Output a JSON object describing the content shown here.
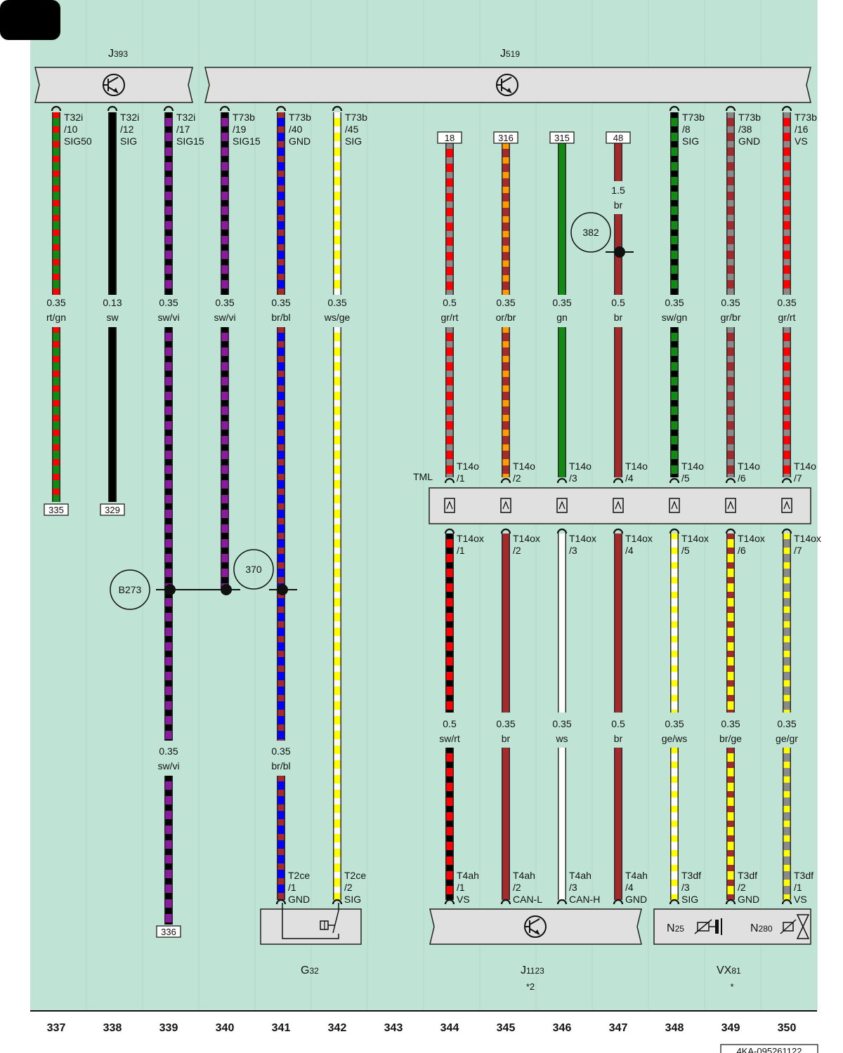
{
  "colors": {
    "background": "#bfe3d5",
    "component_fill": "#e0e0e0",
    "rt": "#ff0000",
    "gn": "#138a13",
    "sw": "#000000",
    "vi": "#8b1a9e",
    "br": "#a32b2b",
    "bl": "#0000ff",
    "ws": "#ffffff",
    "ge": "#ffff00",
    "gr": "#8a8a8a",
    "or": "#ff9900"
  },
  "modules": {
    "j393": {
      "label": "J",
      "sub": "393"
    },
    "j519": {
      "label": "J",
      "sub": "519"
    },
    "tml": "TML",
    "g32": {
      "label": "G",
      "sub": "32"
    },
    "j1123": {
      "label": "J",
      "sub": "1123",
      "note": "*2"
    },
    "vx81": {
      "label": "VX",
      "sub": "81",
      "note": "*"
    },
    "n25": {
      "label": "N",
      "sub": "25"
    },
    "n280": {
      "label": "N",
      "sub": "280"
    }
  },
  "top_pins": [
    {
      "col": 337,
      "lines": [
        "T32i",
        "/10",
        "SIG50"
      ],
      "colors": [
        "rt",
        "gn"
      ]
    },
    {
      "col": 338,
      "lines": [
        "T32i",
        "/12",
        "SIG"
      ],
      "colors": [
        "sw"
      ]
    },
    {
      "col": 339,
      "lines": [
        "T32i",
        "/17",
        "SIG15"
      ],
      "colors": [
        "sw",
        "vi"
      ]
    },
    {
      "col": 340,
      "lines": [
        "T73b",
        "/19",
        "SIG15"
      ],
      "colors": [
        "sw",
        "vi"
      ]
    },
    {
      "col": 341,
      "lines": [
        "T73b",
        "/40",
        "GND"
      ],
      "colors": [
        "br",
        "bl"
      ]
    },
    {
      "col": 342,
      "lines": [
        "T73b",
        "/45",
        "SIG"
      ],
      "colors": [
        "ws",
        "ge"
      ]
    },
    {
      "col": 348,
      "lines": [
        "T73b",
        "/8",
        "SIG"
      ],
      "colors": [
        "sw",
        "gn"
      ]
    },
    {
      "col": 349,
      "lines": [
        "T73b",
        "/38",
        "GND"
      ],
      "colors": [
        "gr",
        "br"
      ]
    },
    {
      "col": 350,
      "lines": [
        "T73b",
        "/16",
        "VS"
      ],
      "colors": [
        "gr",
        "rt"
      ]
    }
  ],
  "top_refs": [
    {
      "col": 344,
      "label": "18",
      "colors": [
        "gr",
        "rt"
      ]
    },
    {
      "col": 345,
      "label": "316",
      "colors": [
        "or",
        "br"
      ]
    },
    {
      "col": 346,
      "label": "315",
      "colors": [
        "gn"
      ]
    },
    {
      "col": 347,
      "label": "48",
      "colors": [
        "br"
      ]
    }
  ],
  "wire_labels_upper": [
    {
      "col": 337,
      "size": "0.35",
      "color": "rt/gn"
    },
    {
      "col": 338,
      "size": "0.13",
      "color": "sw"
    },
    {
      "col": 339,
      "size": "0.35",
      "color": "sw/vi"
    },
    {
      "col": 340,
      "size": "0.35",
      "color": "sw/vi"
    },
    {
      "col": 341,
      "size": "0.35",
      "color": "br/bl"
    },
    {
      "col": 342,
      "size": "0.35",
      "color": "ws/ge"
    },
    {
      "col": 344,
      "size": "0.5",
      "color": "gr/rt"
    },
    {
      "col": 345,
      "size": "0.35",
      "color": "or/br"
    },
    {
      "col": 346,
      "size": "0.35",
      "color": "gn"
    },
    {
      "col": 347,
      "size": "0.5",
      "color": "br"
    },
    {
      "col": 348,
      "size": "0.35",
      "color": "sw/gn"
    },
    {
      "col": 349,
      "size": "0.35",
      "color": "gr/br"
    },
    {
      "col": 350,
      "size": "0.35",
      "color": "gr/rt"
    }
  ],
  "wire_label_347_upper": {
    "size": "1.5",
    "color": "br"
  },
  "junction_labels": {
    "j382": "382",
    "b273": "B273",
    "j370": "370"
  },
  "bottom_refs_left": [
    {
      "col": 337,
      "label": "335"
    },
    {
      "col": 338,
      "label": "329"
    },
    {
      "col": 339,
      "label": "336"
    }
  ],
  "tml_top_pins": [
    {
      "col": 344,
      "lines": [
        "T14o",
        "/1"
      ]
    },
    {
      "col": 345,
      "lines": [
        "T14o",
        "/2"
      ]
    },
    {
      "col": 346,
      "lines": [
        "T14o",
        "/3"
      ]
    },
    {
      "col": 347,
      "lines": [
        "T14o",
        "/4"
      ]
    },
    {
      "col": 348,
      "lines": [
        "T14o",
        "/5"
      ]
    },
    {
      "col": 349,
      "lines": [
        "T14o",
        "/6"
      ]
    },
    {
      "col": 350,
      "lines": [
        "T14o",
        "/7"
      ]
    }
  ],
  "tml_bottom_pins": [
    {
      "col": 344,
      "lines": [
        "T14ox",
        "/1"
      ],
      "colors": [
        "sw",
        "rt"
      ]
    },
    {
      "col": 345,
      "lines": [
        "T14ox",
        "/2"
      ],
      "colors": [
        "br"
      ]
    },
    {
      "col": 346,
      "lines": [
        "T14ox",
        "/3"
      ],
      "colors": [
        "ws"
      ]
    },
    {
      "col": 347,
      "lines": [
        "T14ox",
        "/4"
      ],
      "colors": [
        "br"
      ]
    },
    {
      "col": 348,
      "lines": [
        "T14ox",
        "/5"
      ],
      "colors": [
        "ge",
        "ws"
      ]
    },
    {
      "col": 349,
      "lines": [
        "T14ox",
        "/6"
      ],
      "colors": [
        "br",
        "ge"
      ]
    },
    {
      "col": 350,
      "lines": [
        "T14ox",
        "/7"
      ],
      "colors": [
        "ge",
        "gr"
      ]
    }
  ],
  "wire_labels_lower": [
    {
      "col": 339,
      "size": "0.35",
      "color": "sw/vi"
    },
    {
      "col": 341,
      "size": "0.35",
      "color": "br/bl"
    },
    {
      "col": 344,
      "size": "0.5",
      "color": "sw/rt"
    },
    {
      "col": 345,
      "size": "0.35",
      "color": "br"
    },
    {
      "col": 346,
      "size": "0.35",
      "color": "ws"
    },
    {
      "col": 347,
      "size": "0.5",
      "color": "br"
    },
    {
      "col": 348,
      "size": "0.35",
      "color": "ge/ws"
    },
    {
      "col": 349,
      "size": "0.35",
      "color": "br/ge"
    },
    {
      "col": 350,
      "size": "0.35",
      "color": "ge/gr"
    }
  ],
  "bottom_pins": [
    {
      "col": 341,
      "lines": [
        "T2ce",
        "/1",
        "GND"
      ]
    },
    {
      "col": 342,
      "lines": [
        "T2ce",
        "/2",
        "SIG"
      ]
    },
    {
      "col": 344,
      "lines": [
        "T4ah",
        "/1",
        "VS"
      ]
    },
    {
      "col": 345,
      "lines": [
        "T4ah",
        "/2",
        "CAN-L"
      ]
    },
    {
      "col": 346,
      "lines": [
        "T4ah",
        "/3",
        "CAN-H"
      ]
    },
    {
      "col": 347,
      "lines": [
        "T4ah",
        "/4",
        "GND"
      ]
    },
    {
      "col": 348,
      "lines": [
        "T3df",
        "/3",
        "SIG"
      ]
    },
    {
      "col": 349,
      "lines": [
        "T3df",
        "/2",
        "GND"
      ]
    },
    {
      "col": 350,
      "lines": [
        "T3df",
        "/1",
        "VS"
      ]
    }
  ],
  "column_numbers": [
    "337",
    "338",
    "339",
    "340",
    "341",
    "342",
    "343",
    "344",
    "345",
    "346",
    "347",
    "348",
    "349",
    "350"
  ],
  "document_id": "4KA-095261122"
}
